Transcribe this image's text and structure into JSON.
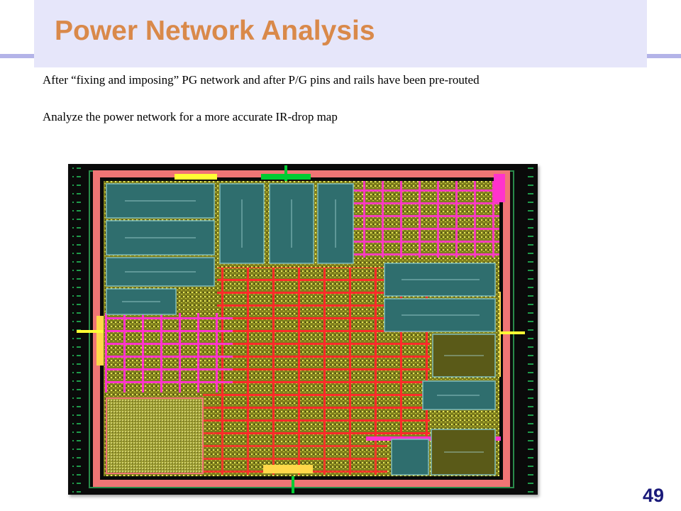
{
  "slide": {
    "title": "Power Network Analysis",
    "body_lines": [
      "After “fixing and imposing” PG network and after P/G pins and rails have been pre-routed",
      "Analyze  the power network for a more accurate IR-drop map"
    ],
    "page_number": "49"
  },
  "colors": {
    "title": "#d9894a",
    "title_band": "#e6e6fa",
    "rule": "#b3b3e8",
    "page_number": "#1a1a7a",
    "layout_background": "#0a0a0a",
    "core_ring": "#f07575",
    "power_stripes": "#ff2020",
    "ground_stripes": "#ff33cc",
    "std_cell_fill": "#8a8a20",
    "macro_fill": "#2f6e6e",
    "io_pins": "#00cc33",
    "io_pins_alt": "#ffff33"
  },
  "figure": {
    "kind": "chip-layout-power-grid",
    "icon": "ir-drop-layout-image"
  }
}
